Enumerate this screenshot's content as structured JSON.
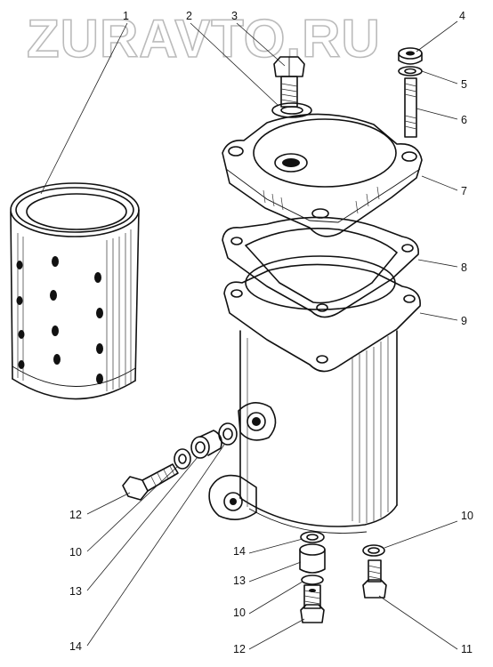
{
  "watermark": "ZURAVTO.RU",
  "colors": {
    "ink": "#111111",
    "watermark": "#bbbbbb",
    "background": "#ffffff"
  },
  "callouts": [
    {
      "id": "c1",
      "text": "1"
    },
    {
      "id": "c2",
      "text": "2"
    },
    {
      "id": "c3",
      "text": "3"
    },
    {
      "id": "c4",
      "text": "4"
    },
    {
      "id": "c5",
      "text": "5"
    },
    {
      "id": "c6",
      "text": "6"
    },
    {
      "id": "c7",
      "text": "7"
    },
    {
      "id": "c8",
      "text": "8"
    },
    {
      "id": "c9",
      "text": "9"
    },
    {
      "id": "c10a",
      "text": "10"
    },
    {
      "id": "c12a",
      "text": "12"
    },
    {
      "id": "c10b",
      "text": "10"
    },
    {
      "id": "c13a",
      "text": "13"
    },
    {
      "id": "c14a",
      "text": "14"
    },
    {
      "id": "c14b",
      "text": "14"
    },
    {
      "id": "c13b",
      "text": "13"
    },
    {
      "id": "c10c",
      "text": "10"
    },
    {
      "id": "c12b",
      "text": "12"
    },
    {
      "id": "c11",
      "text": "11"
    }
  ]
}
